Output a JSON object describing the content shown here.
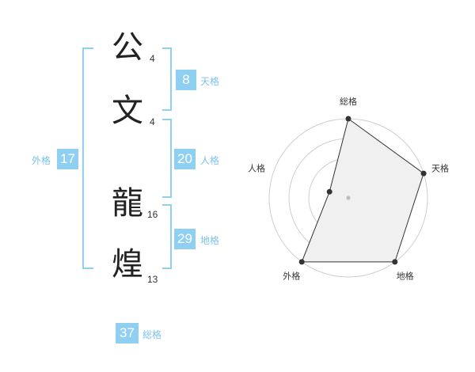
{
  "name": {
    "characters": [
      {
        "char": "公",
        "strokes": "4"
      },
      {
        "char": "文",
        "strokes": "4"
      },
      {
        "char": "龍",
        "strokes": "16"
      },
      {
        "char": "煌",
        "strokes": "13"
      }
    ]
  },
  "fortunes": {
    "tenkaku": {
      "value": "8",
      "label": "天格"
    },
    "jinkaku": {
      "value": "20",
      "label": "人格"
    },
    "chikaku": {
      "value": "29",
      "label": "地格"
    },
    "gaikaku": {
      "value": "17",
      "label": "外格"
    },
    "soukaku": {
      "value": "37",
      "label": "総格"
    }
  },
  "colors": {
    "accent": "#8fd0f2",
    "accent_text": "#7cc3ea",
    "radar_fill": "#f0f0f0",
    "ring": "#cfcfcf"
  },
  "chart_data": {
    "type": "radar",
    "axes": [
      "総格",
      "天格",
      "地格",
      "外格",
      "人格"
    ],
    "values": [
      4,
      4,
      4,
      4,
      1
    ],
    "scale_max": 4,
    "rings": 4
  }
}
